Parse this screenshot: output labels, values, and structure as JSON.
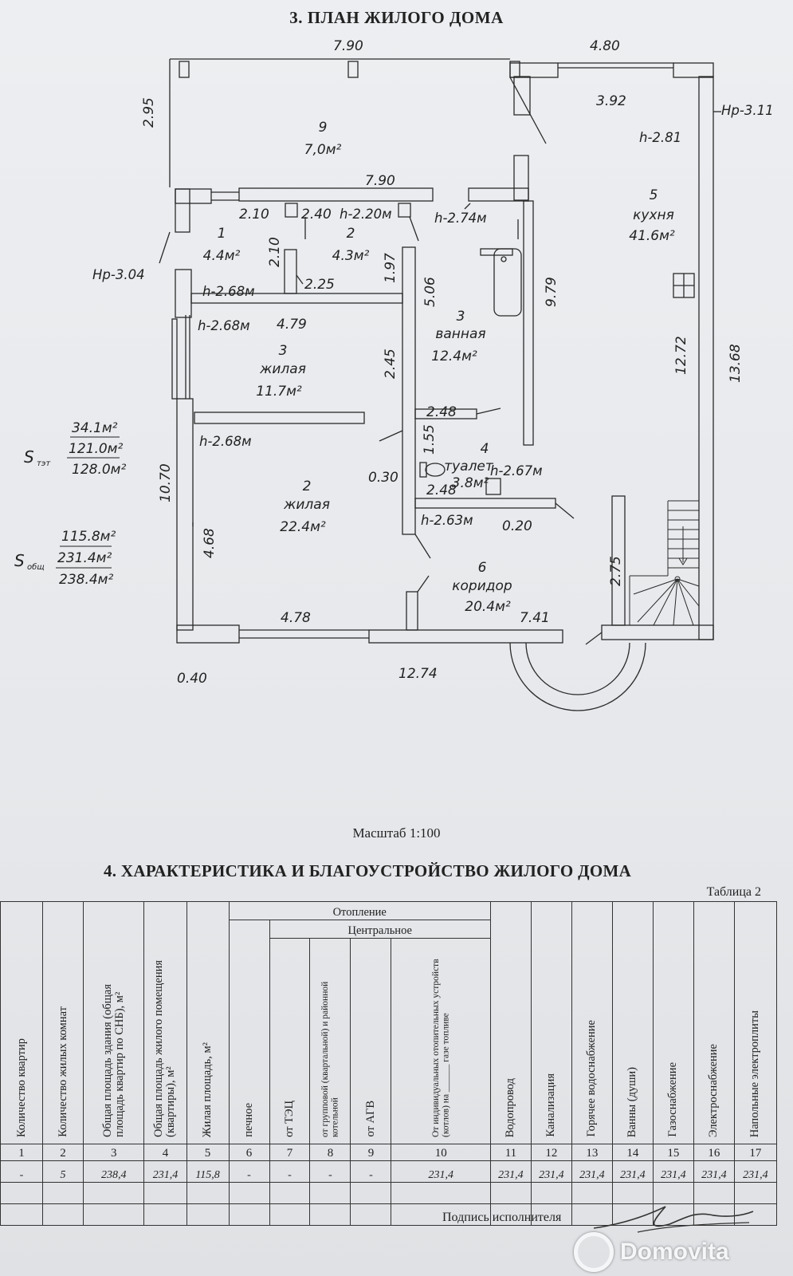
{
  "plan": {
    "title": "3. ПЛАН ЖИЛОГО ДОМА",
    "scale": "Масштаб  1:100",
    "dims": {
      "d790_top": "7.90",
      "d480_top": "4.80",
      "d392": "3.92",
      "d295": "2.95",
      "d790_mid": "7.90",
      "d210a": "2.10",
      "d240": "2.40",
      "d210b": "2.10",
      "d225": "2.25",
      "d197": "1.97",
      "d506": "5.06",
      "d979": "9.79",
      "d479": "4.79",
      "d245": "2.45",
      "d248a": "2.48",
      "d155": "1.55",
      "d248b": "2.48",
      "d030": "0.30",
      "d020": "0.20",
      "d1070": "10.70",
      "d468": "4.68",
      "d478": "4.78",
      "d741": "7.41",
      "d275": "2.75",
      "d1272": "12.72",
      "d1368": "13.68",
      "d1274": "12.74",
      "d040": "0.40"
    },
    "heights": {
      "h220": "h-2.20м",
      "h274": "h-2.74м",
      "h281": "h-2.81",
      "h268a": "h-2.68м",
      "h268b": "h-2.68м",
      "h268c": "h-2.68м",
      "h267": "h-2.67м",
      "h263": "h-2.63м",
      "hp304": "Нр-3.04",
      "hp311": "Нр-3.11"
    },
    "rooms": [
      {
        "num": "9",
        "name": "",
        "area": "7,0м²"
      },
      {
        "num": "1",
        "name": "",
        "area": "4.4м²"
      },
      {
        "num": "2",
        "name": "",
        "area": "4.3м²"
      },
      {
        "num": "3",
        "name": "ванная",
        "area": "12.4м²"
      },
      {
        "num": "3",
        "name": "жилая",
        "area": "11.7м²"
      },
      {
        "num": "2",
        "name": "жилая",
        "area": "22.4м²"
      },
      {
        "num": "4",
        "name": "туалет",
        "area": "3.8м²"
      },
      {
        "num": "6",
        "name": "коридор",
        "area": "20.4м²"
      },
      {
        "num": "5",
        "name": "кухня",
        "area": "41.6м²"
      }
    ],
    "s_tet": {
      "label": "S",
      "sub": "тэт",
      "v1": "34.1м²",
      "v2": "121.0м²",
      "v3": "128.0м²"
    },
    "s_obsh": {
      "label": "S",
      "sub": "общ",
      "v1": "115.8м²",
      "v2": "231.4м²",
      "v3": "238.4м²"
    }
  },
  "section2": {
    "title": "4. ХАРАКТЕРИСТИКА И БЛАГОУСТРОЙСТВО ЖИЛОГО ДОМА",
    "table_label": "Таблица 2",
    "group_heating": "Отопление",
    "group_central": "Центральное",
    "columns": [
      "Количество квартир",
      "Количество жилых комнат",
      "Общая площадь здания (общая площадь квартир по СНБ), м²",
      "Общая площадь жилого помещения (квартиры), м²",
      "Жилая площадь, м²",
      "печное",
      "от ТЭЦ",
      "от групповой (квартальной) и районной котельной",
      "от АГВ",
      "От индивидуальных отопительных устройств (котлов) на ______ газе топливе",
      "Водопровод",
      "Канализация",
      "Горячее водоснабжение",
      "Ванны (души)",
      "Газоснабжение",
      "Электроснабжение",
      "Напольные электроплиты"
    ],
    "numbers": [
      "1",
      "2",
      "3",
      "4",
      "5",
      "6",
      "7",
      "8",
      "9",
      "10",
      "11",
      "12",
      "13",
      "14",
      "15",
      "16",
      "17"
    ],
    "values": [
      "-",
      "5",
      "238,4",
      "231,4",
      "115,8",
      "-",
      "-",
      "-",
      "-",
      "231,4",
      "231,4",
      "231,4",
      "231,4",
      "231,4",
      "231,4",
      "231,4",
      "231,4"
    ],
    "signature_label": "Подпись исполнителя",
    "watermark": "Domovita"
  }
}
